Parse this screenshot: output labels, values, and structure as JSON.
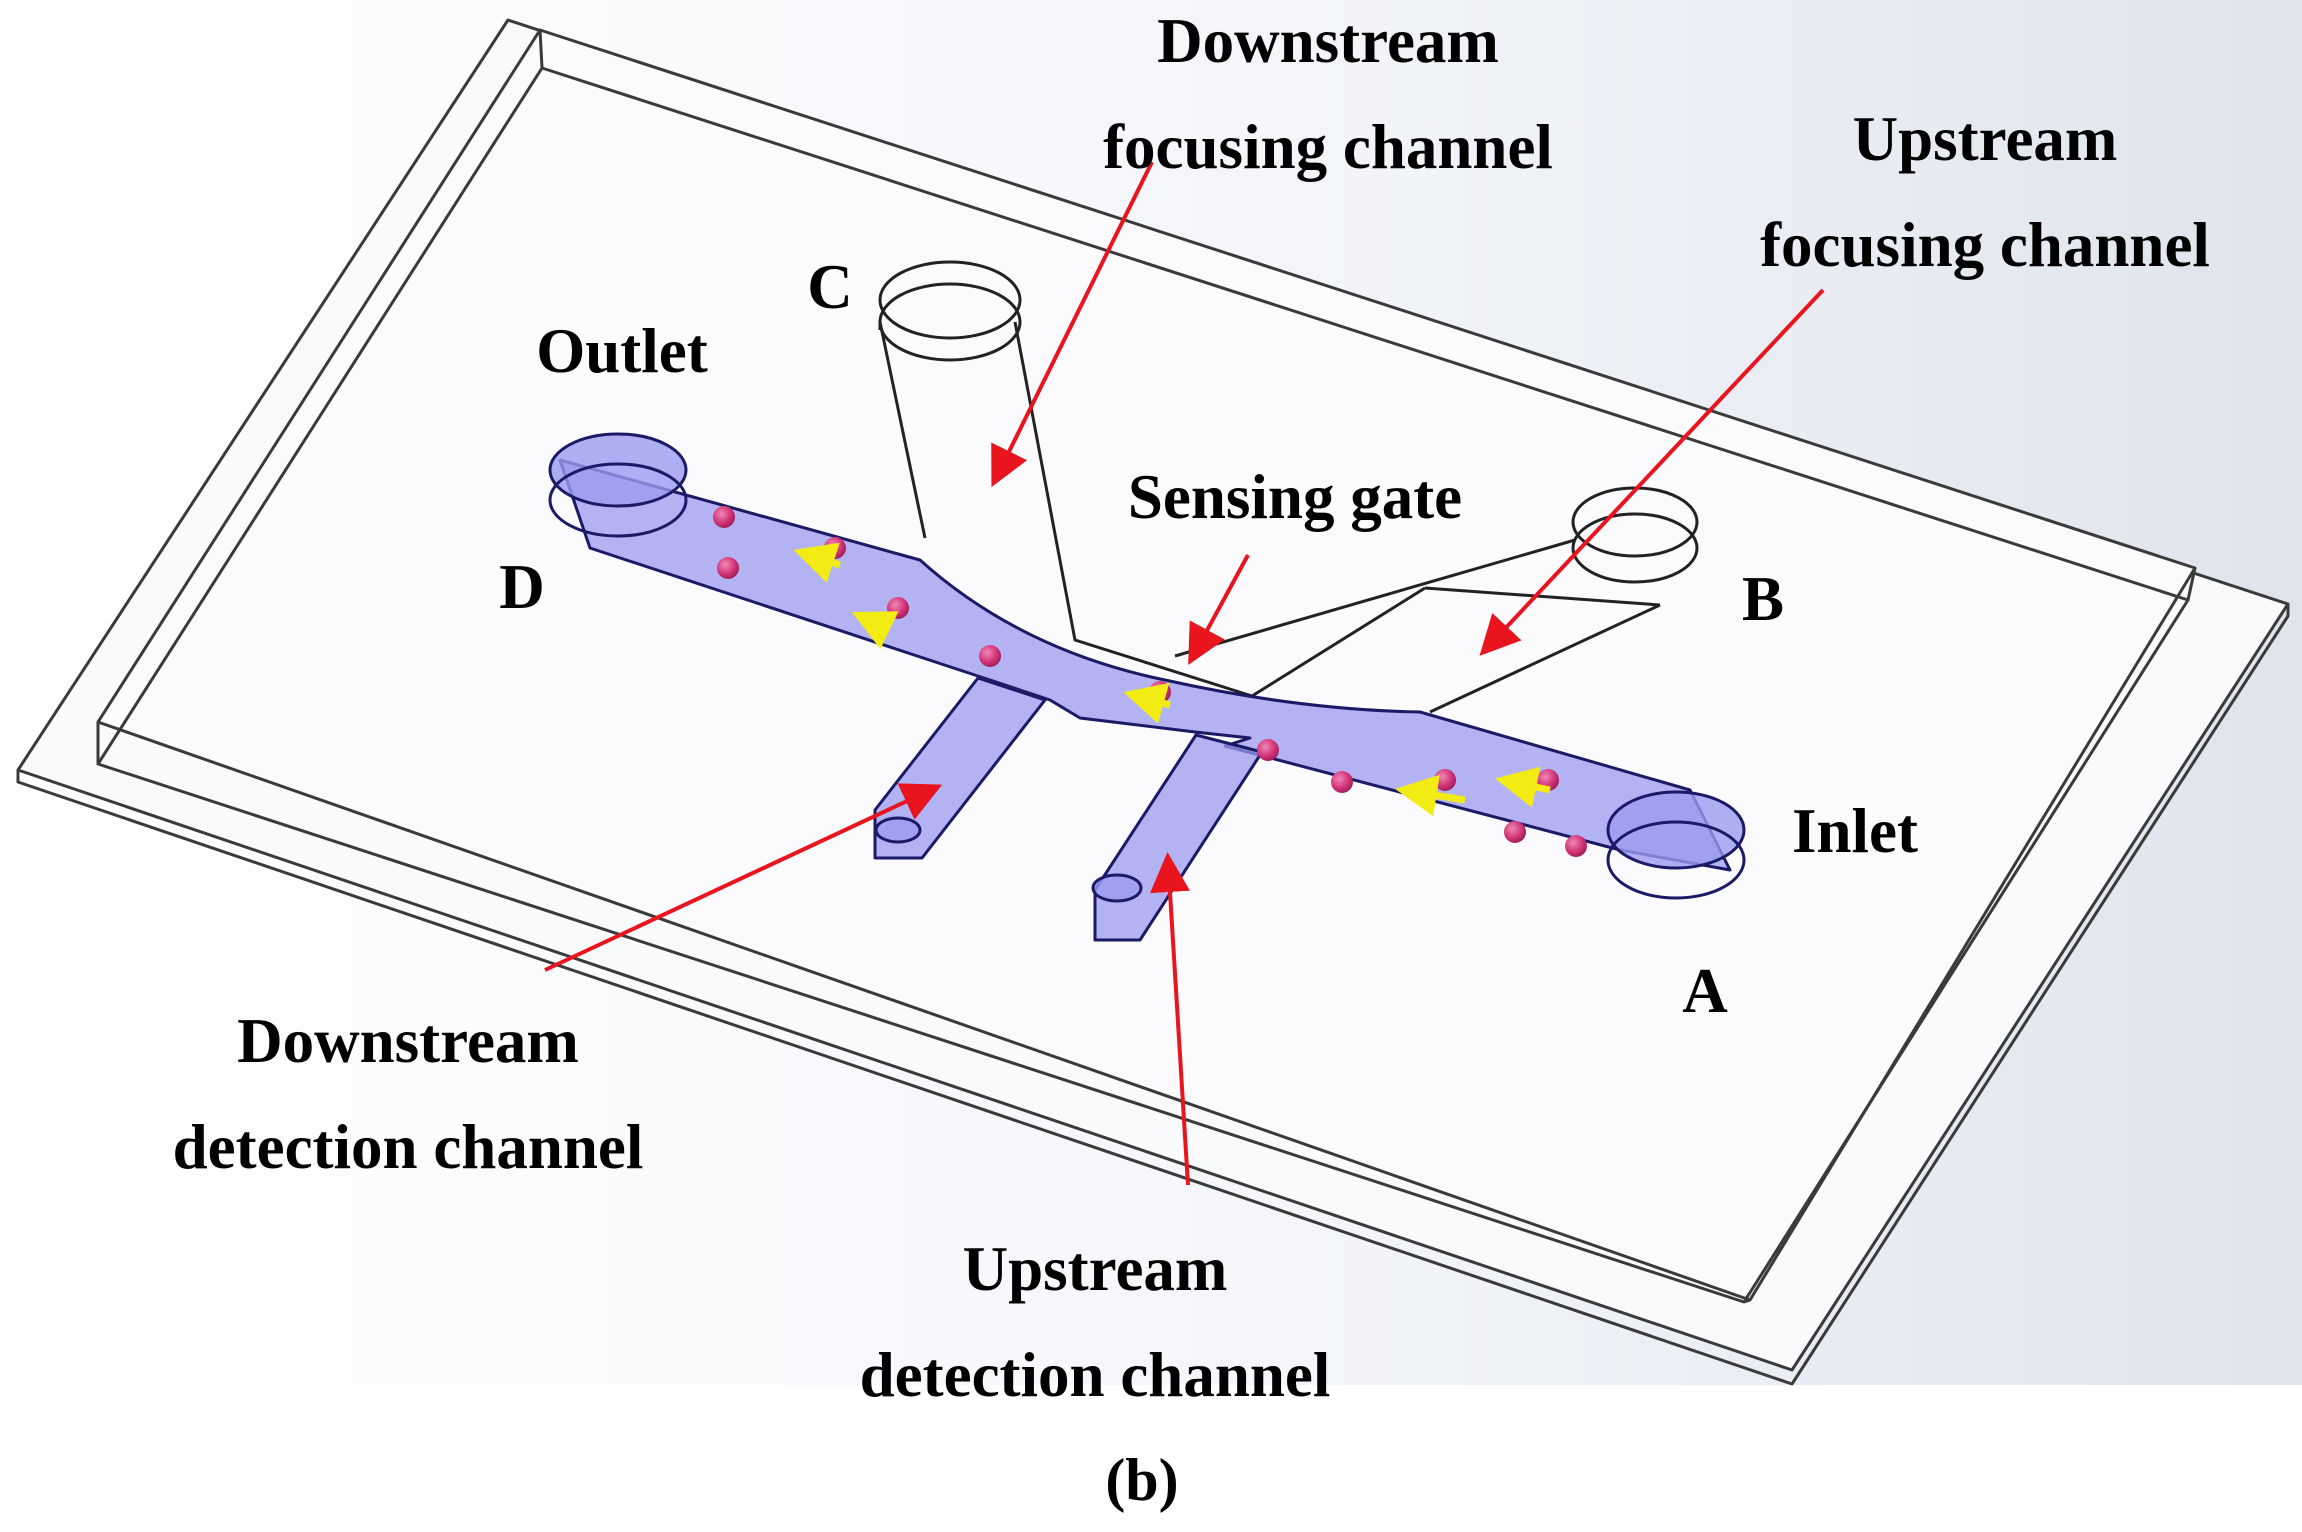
{
  "figure": {
    "panel_label": "(b)",
    "labels": {
      "downstream_focusing": [
        "Downstream",
        "focusing channel"
      ],
      "upstream_focusing": [
        "Upstream",
        "focusing channel"
      ],
      "sensing_gate": "Sensing gate",
      "outlet": "Outlet",
      "inlet": "Inlet",
      "downstream_detection": [
        "Downstream",
        "detection channel"
      ],
      "upstream_detection": [
        "Upstream",
        "detection channel"
      ],
      "port_a": "A",
      "port_b": "B",
      "port_c": "C",
      "port_d": "D"
    },
    "colors": {
      "channel_fill": "#9b9bf0",
      "particle": "#d2357a",
      "annotation_arrow": "#e8141e",
      "flow_arrow": "#f2ec14",
      "outline": "#222222"
    }
  }
}
